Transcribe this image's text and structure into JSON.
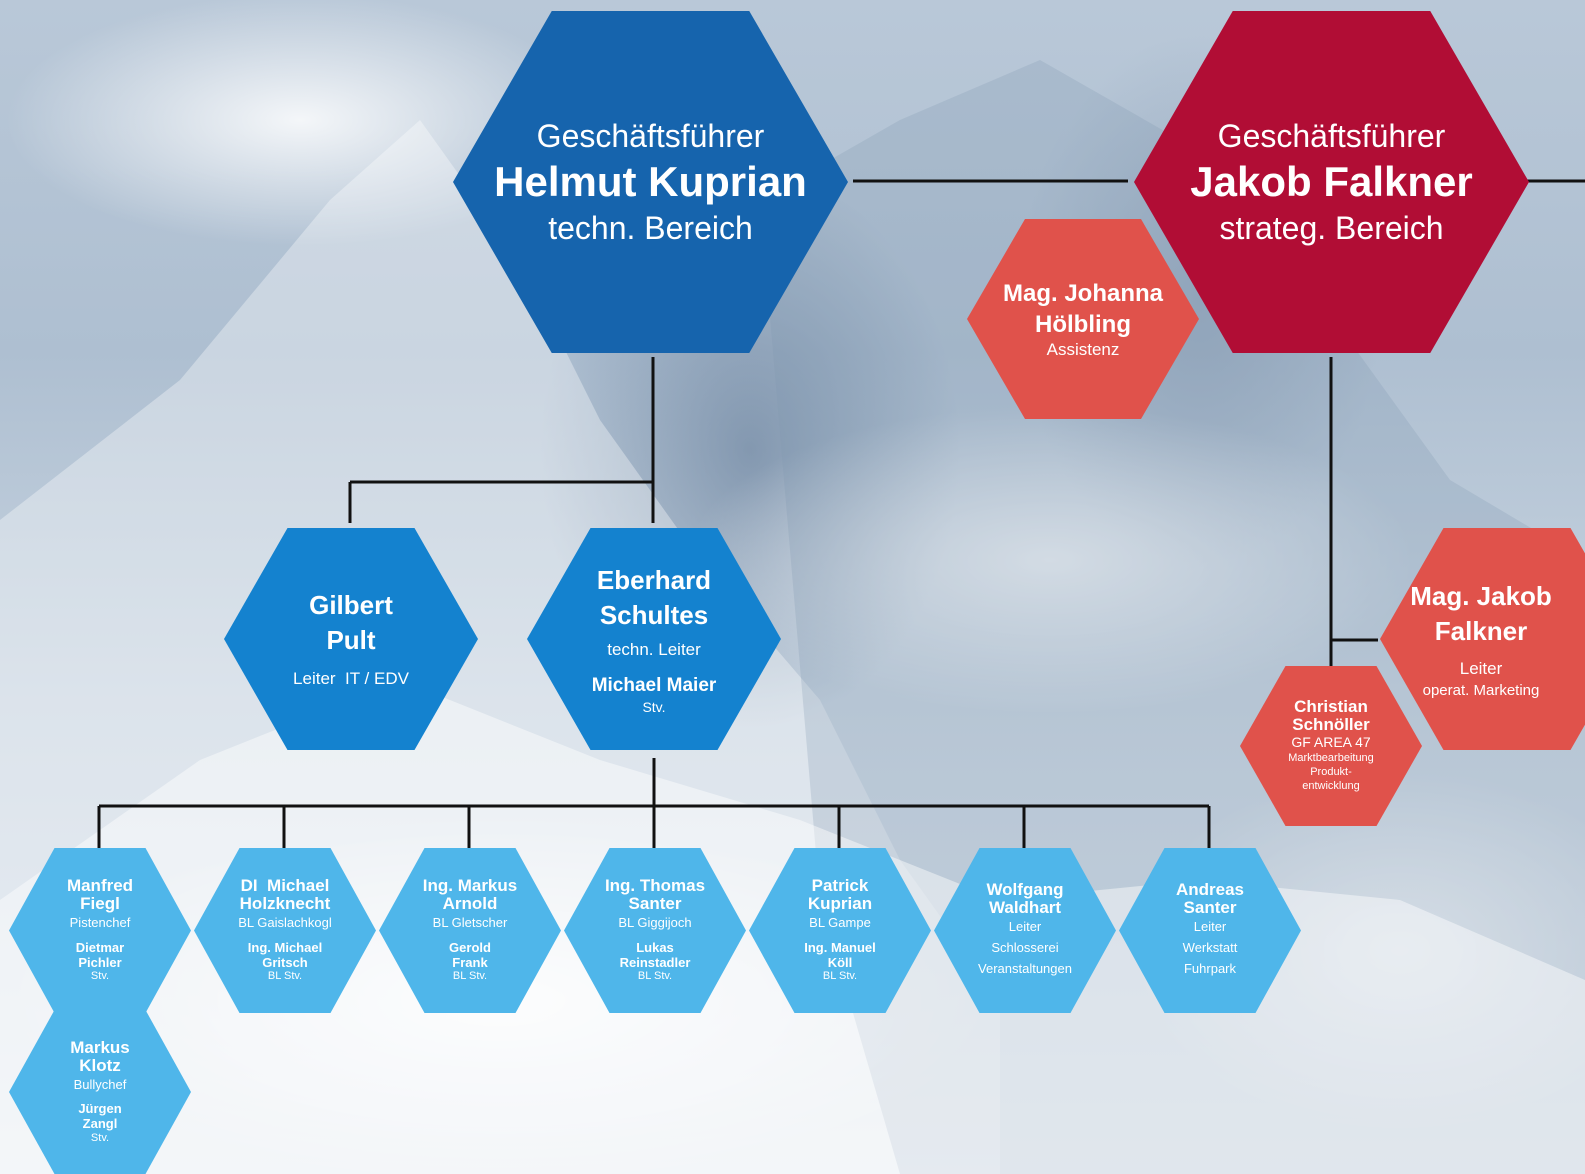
{
  "colors": {
    "blue_dark": "#1664ad",
    "blue_mid": "#1482cf",
    "blue_light": "#4fb6ea",
    "red_dark": "#b10d35",
    "red_light": "#e0524b",
    "line": "#111111"
  },
  "gf1": {
    "role": "Geschäftsführer",
    "name": "Helmut Kuprian",
    "area": "techn. Bereich"
  },
  "gf2": {
    "role": "Geschäftsführer",
    "name": "Jakob Falkner",
    "area": "strateg. Bereich"
  },
  "assistant": {
    "name_line1": "Mag. Johanna",
    "name_line2": "Hölbling",
    "role": "Assistenz"
  },
  "it": {
    "name_line1": "Gilbert",
    "name_line2": "Pult",
    "role": "Leiter  IT / EDV"
  },
  "tech": {
    "name_line1": "Eberhard",
    "name_line2": "Schultes",
    "role": "techn. Leiter",
    "deputy_name": "Michael Maier",
    "deputy_role": "Stv."
  },
  "marketing": {
    "name_line1": "Mag. Jakob",
    "name_line2": "Falkner",
    "role_line1": "Leiter",
    "role_line2": "operat. Marketing"
  },
  "area47": {
    "name_line1": "Christian",
    "name_line2": "Schnöller",
    "role_line1": "GF AREA 47",
    "role_line2": "Marktbearbeitung",
    "role_line3": "Produkt-",
    "role_line4": "entwicklung"
  },
  "units": [
    {
      "name_line1": "Manfred",
      "name_line2": "Fiegl",
      "role": "Pistenchef",
      "deputy_line1": "Dietmar",
      "deputy_line2": "Pichler",
      "deputy_role": "Stv."
    },
    {
      "name_line1": "DI  Michael",
      "name_line2": "Holzknecht",
      "role": "BL Gaislachkogl",
      "deputy_line1": "Ing. Michael",
      "deputy_line2": "Gritsch",
      "deputy_role": "BL Stv."
    },
    {
      "name_line1": "Ing. Markus",
      "name_line2": "Arnold",
      "role": "BL Gletscher",
      "deputy_line1": "Gerold",
      "deputy_line2": "Frank",
      "deputy_role": "BL Stv."
    },
    {
      "name_line1": "Ing. Thomas",
      "name_line2": "Santer",
      "role": "BL Giggijoch",
      "deputy_line1": "Lukas",
      "deputy_line2": "Reinstadler",
      "deputy_role": "BL Stv."
    },
    {
      "name_line1": "Patrick",
      "name_line2": "Kuprian",
      "role": "BL Gampe",
      "deputy_line1": "Ing. Manuel",
      "deputy_line2": "Köll",
      "deputy_role": "BL Stv."
    },
    {
      "name_line1": "Wolfgang",
      "name_line2": "Waldhart",
      "roles": [
        "Leiter",
        "Schlosserei",
        "Veranstaltungen"
      ]
    },
    {
      "name_line1": "Andreas",
      "name_line2": "Santer",
      "roles": [
        "Leiter",
        "Werkstatt",
        "Fuhrpark"
      ]
    }
  ],
  "bully": {
    "name_line1": "Markus",
    "name_line2": "Klotz",
    "role": "Bullychef",
    "deputy_line1": "Jürgen",
    "deputy_line2": "Zangl",
    "deputy_role": "Stv."
  }
}
